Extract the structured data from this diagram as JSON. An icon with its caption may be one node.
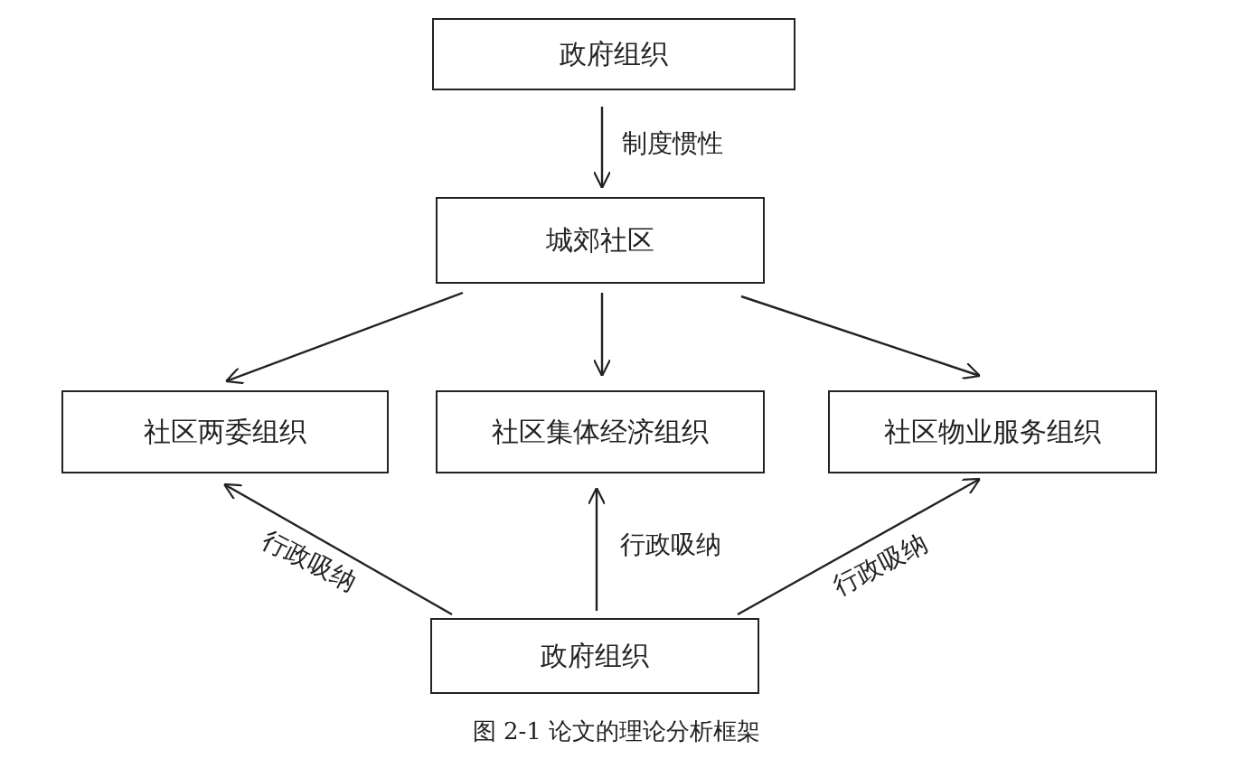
{
  "diagram": {
    "caption": "图 2-1  论文的理论分析框架",
    "nodes": [
      {
        "text": [
          "政府组织"
        ]
      },
      {
        "text": [
          "城郊社区"
        ]
      },
      {
        "text": [
          "社区两委组织"
        ]
      },
      {
        "text": [
          "社区集体经济组织"
        ]
      },
      {
        "text": [
          "社区物业服务组织"
        ]
      },
      {
        "text": [
          "政府组织"
        ]
      }
    ],
    "edges": [
      {
        "from": 0,
        "to": 1,
        "arrow": "to",
        "label": "制度惯性"
      },
      {
        "from": 1,
        "to": 2,
        "arrow": "to"
      },
      {
        "from": 1,
        "to": 3,
        "arrow": "to"
      },
      {
        "from": 1,
        "to": 4,
        "arrow": "to"
      },
      {
        "from": 5,
        "to": 2,
        "arrow": "to",
        "label": "行政吸纳"
      },
      {
        "from": 5,
        "to": 3,
        "arrow": "to",
        "label": "行政吸纳"
      },
      {
        "from": 5,
        "to": 4,
        "arrow": "to",
        "label": "行政吸纳"
      }
    ]
  }
}
